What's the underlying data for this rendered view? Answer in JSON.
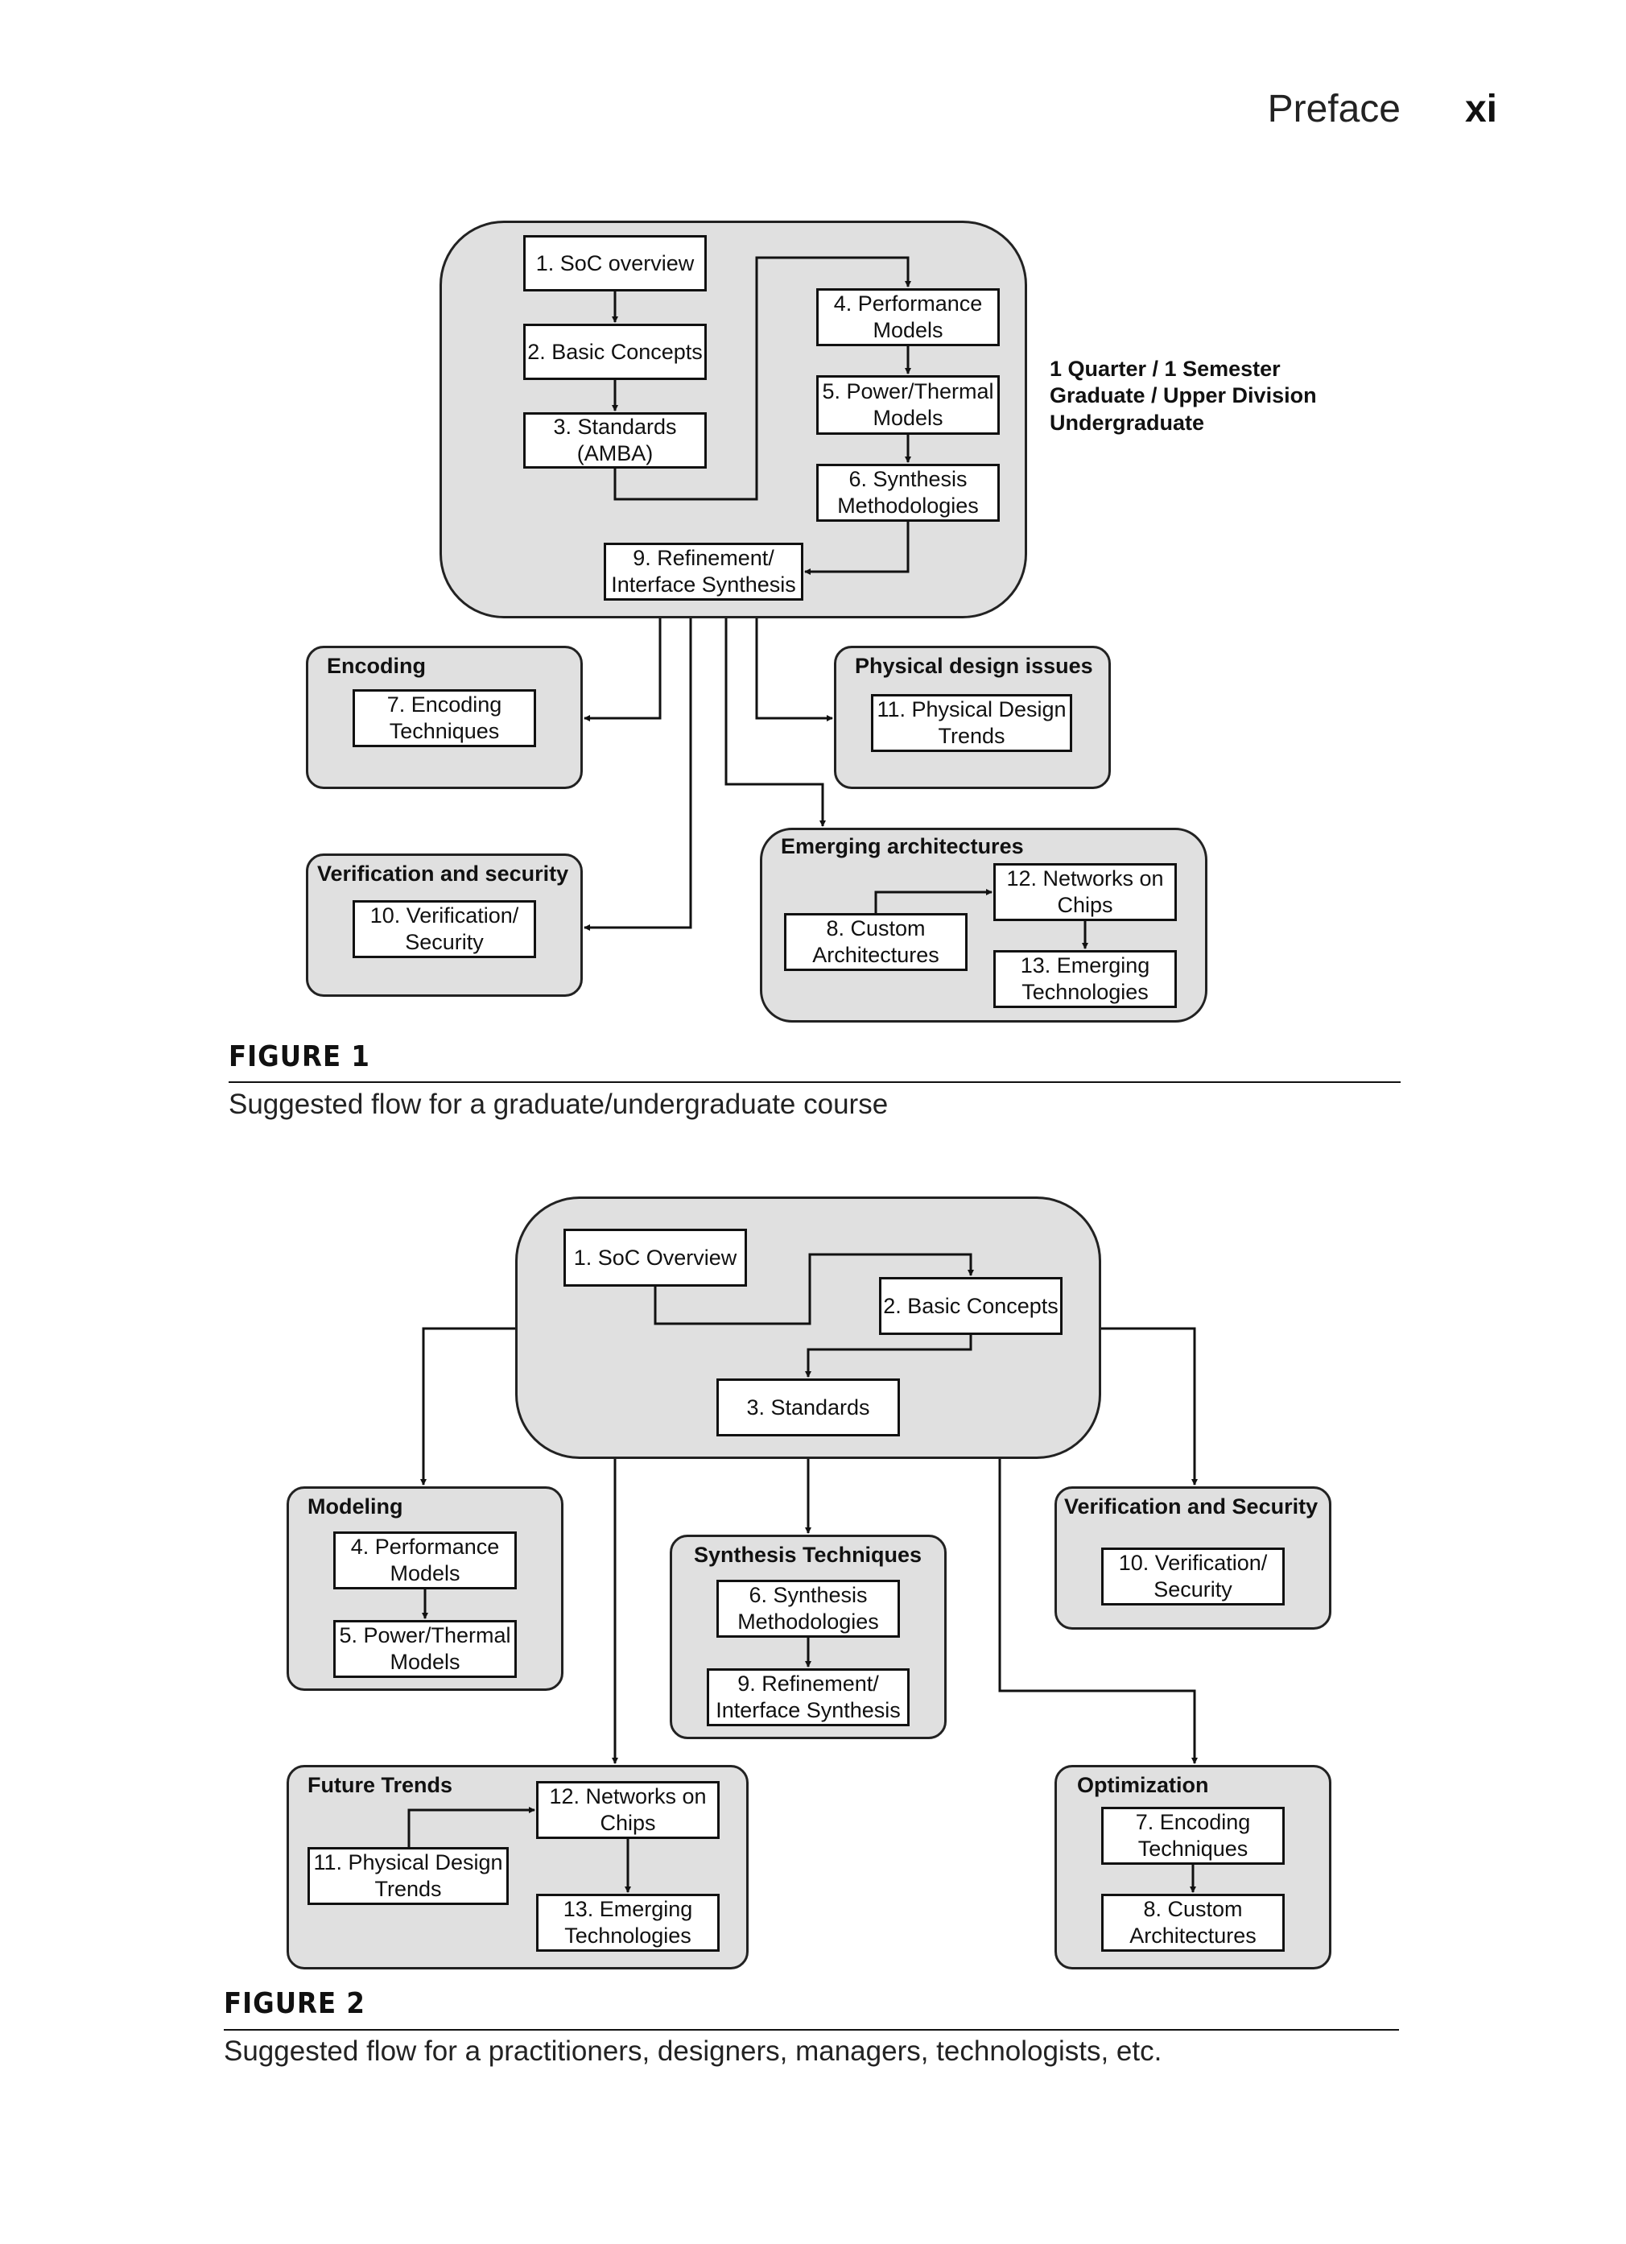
{
  "header": {
    "section": "Preface",
    "page": "xi"
  },
  "figure1": {
    "label": "FIGURE 1",
    "caption": "Suggested flow for a graduate/undergraduate course",
    "note": "1 Quarter / 1 Semester\nGraduate / Upper Division\nUndergraduate",
    "groups": {
      "encoding": "Encoding",
      "physical": "Physical design issues",
      "verification": "Verification and security",
      "emerging": "Emerging architectures"
    },
    "boxes": {
      "soc_overview": "1. SoC overview",
      "basic_concepts": "2. Basic Concepts",
      "standards": "3. Standards\n(AMBA)",
      "performance": "4. Performance\nModels",
      "power_thermal": "5. Power/Thermal\nModels",
      "synthesis": "6. Synthesis\nMethodologies",
      "refinement": "9. Refinement/\nInterface Synthesis",
      "encoding_tech": "7. Encoding\nTechniques",
      "physical_trends": "11. Physical Design\nTrends",
      "verification_sec": "10. Verification/\nSecurity",
      "custom_arch": "8. Custom\nArchitectures",
      "networks_chips": "12. Networks on\nChips",
      "emerging_tech": "13. Emerging\nTechnologies"
    }
  },
  "figure2": {
    "label": "FIGURE 2",
    "caption": "Suggested flow for a practitioners, designers, managers, technologists, etc.",
    "groups": {
      "modeling": "Modeling",
      "synthesis": "Synthesis Techniques",
      "verification": "Verification and Security",
      "future": "Future Trends",
      "optimization": "Optimization"
    },
    "boxes": {
      "soc_overview": "1. SoC Overview",
      "basic_concepts": "2. Basic Concepts",
      "standards": "3. Standards",
      "performance": "4. Performance\nModels",
      "power_thermal": "5. Power/Thermal\nModels",
      "synthesis": "6. Synthesis\nMethodologies",
      "refinement": "9. Refinement/\nInterface Synthesis",
      "verification_sec": "10. Verification/\nSecurity",
      "networks_chips": "12. Networks on\nChips",
      "physical_trends": "11. Physical Design\nTrends",
      "emerging_tech": "13. Emerging\nTechnologies",
      "encoding_tech": "7. Encoding\nTechniques",
      "custom_arch": "8. Custom\nArchitectures"
    }
  }
}
